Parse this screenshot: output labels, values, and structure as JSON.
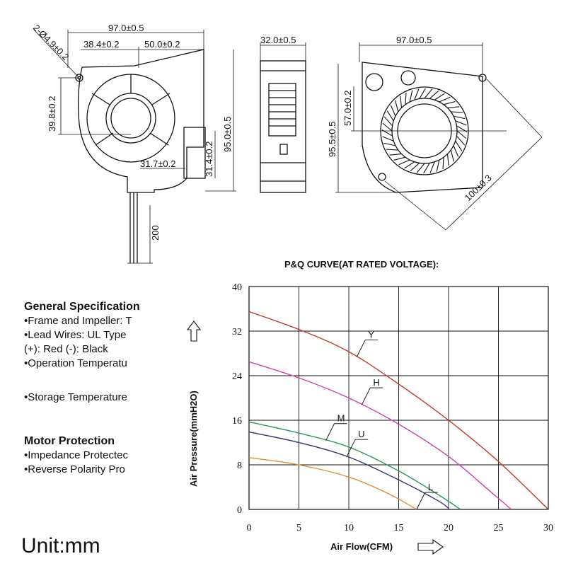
{
  "drawing": {
    "front_view": {
      "width_total": "97.0±0.5",
      "width_left": "38.4±0.2",
      "width_right": "50.0±0.2",
      "hole": "2-Ø4.9±0.2",
      "height_left": "39.8±0.2",
      "height_total": "95.0±0.5",
      "outlet_height": "31.4±0.2",
      "outlet_width": "31.7±0.2",
      "lead_length": "200"
    },
    "side_view": {
      "thickness": "32.0±0.5"
    },
    "rear_view": {
      "width_total": "97.0±0.5",
      "height_total": "95.5±0.5",
      "height_center": "57.0±0.2",
      "diagonal": "100±0.3"
    }
  },
  "specs": {
    "general_title": "General Specification",
    "frame_impeller": "•Frame and Impeller: T",
    "lead_wires": "•Lead Wires: UL Type",
    "polarity": "(+): Red   (-): Black",
    "operation_temp": "•Operation Temperatu",
    "storage_temp": "•Storage  Temperature",
    "motor_title": "Motor  Protection",
    "impedance": "•Impedance  Protectec",
    "reverse": "•Reverse Polarity Pro"
  },
  "unit_label": "Unit:mm",
  "chart_data": {
    "type": "line",
    "title": "P&Q CURVE(AT RATED VOLTAGE):",
    "xlabel": "Air Flow(CFM)",
    "ylabel": "Air Pressure(mmH2O)",
    "xlim": [
      0,
      30
    ],
    "ylim": [
      0,
      40
    ],
    "xticks": [
      0,
      5,
      10,
      15,
      20,
      25,
      30
    ],
    "yticks": [
      0,
      8,
      16,
      24,
      32,
      40
    ],
    "grid": true,
    "series": [
      {
        "name": "Y",
        "color": "#c0392b",
        "x": [
          0,
          5,
          10,
          15,
          20,
          25,
          30
        ],
        "y": [
          35.5,
          32.3,
          28.3,
          22.5,
          16.0,
          8.6,
          0
        ]
      },
      {
        "name": "H",
        "color": "#cc44aa",
        "x": [
          0,
          5,
          10,
          15,
          20,
          24,
          26.3
        ],
        "y": [
          26.5,
          23.6,
          20.0,
          15.3,
          9.5,
          3.5,
          0
        ]
      },
      {
        "name": "M",
        "color": "#2a9a5c",
        "x": [
          0,
          5,
          10,
          15,
          19,
          21.2
        ],
        "y": [
          15.7,
          13.7,
          11.2,
          6.9,
          2.6,
          0
        ]
      },
      {
        "name": "U",
        "color": "#33336e",
        "x": [
          0,
          5,
          10,
          15,
          19,
          20.1
        ],
        "y": [
          13.9,
          12.0,
          9.4,
          5.3,
          1.5,
          0
        ]
      },
      {
        "name": "L",
        "color": "#e3902f",
        "x": [
          0,
          5,
          10,
          14,
          16.8
        ],
        "y": [
          9.3,
          8.0,
          5.8,
          2.8,
          0
        ]
      }
    ]
  }
}
